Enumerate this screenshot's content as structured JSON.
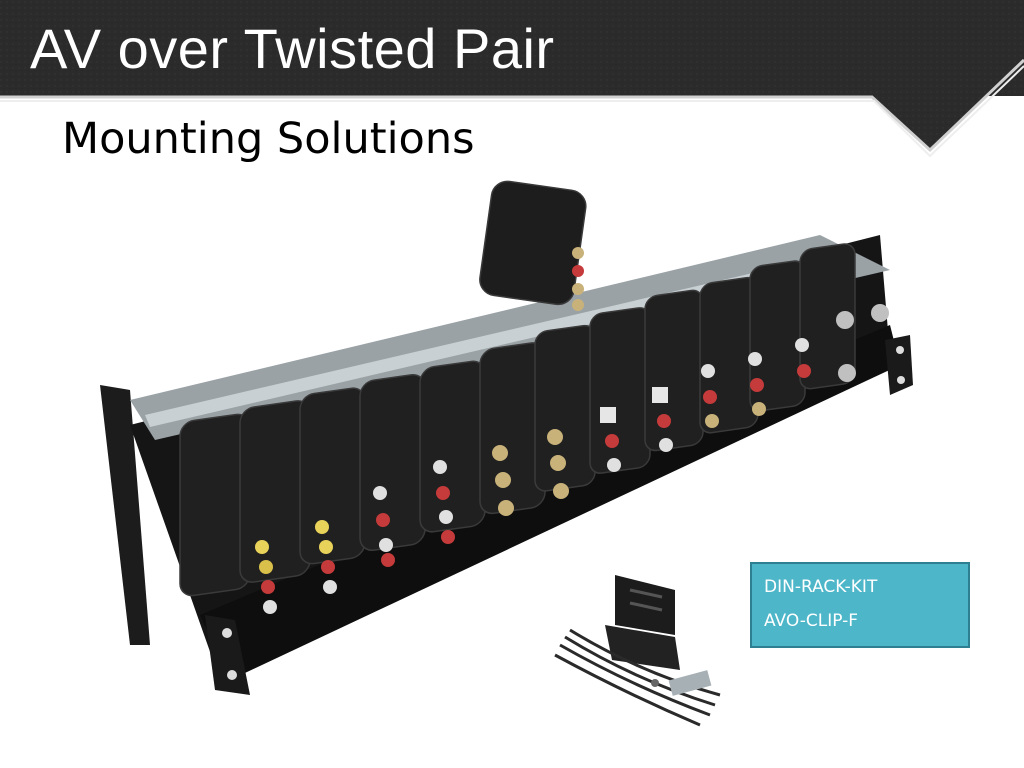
{
  "slide": {
    "title": "AV over Twisted Pair",
    "subtitle": "Mounting Solutions"
  },
  "callout": {
    "lines": [
      "DIN-RACK-KIT",
      "AVO-CLIP-F"
    ],
    "fill": "#4eb6c9",
    "border": "#2f7f93"
  },
  "colors": {
    "header": "#2b2b2b",
    "accent_line": "#cfcfcf"
  },
  "images": {
    "product": "rack-panel-with-modules-photo",
    "accessory": "din-rack-kit-bracket-photo"
  }
}
